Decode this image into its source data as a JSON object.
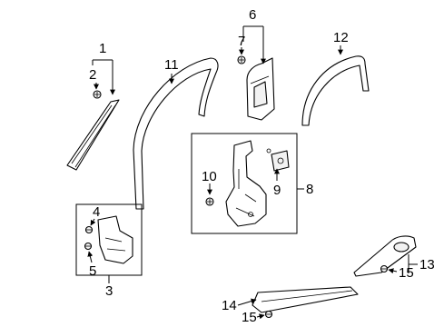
{
  "callouts": {
    "c1": "1",
    "c2": "2",
    "c3": "3",
    "c4": "4",
    "c5": "5",
    "c6": "6",
    "c7": "7",
    "c8": "8",
    "c9": "9",
    "c10": "10",
    "c11": "11",
    "c12": "12",
    "c13": "13",
    "c14": "14",
    "c15a": "15",
    "c15b": "15"
  }
}
